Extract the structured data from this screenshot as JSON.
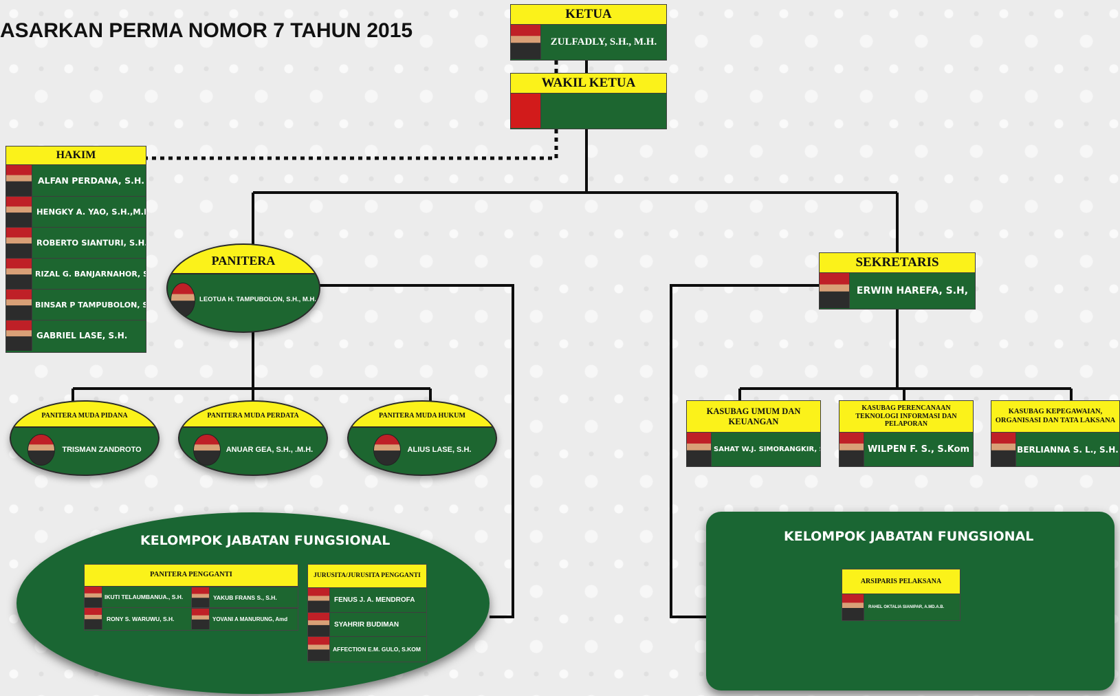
{
  "page_title": "ASARKAN PERMA NOMOR 7 TAHUN 2015",
  "ketua": {
    "title": "KETUA",
    "name": "ZULFADLY, S.H., M.H."
  },
  "wakil_ketua": {
    "title": "WAKIL KETUA",
    "name": ""
  },
  "hakim": {
    "title": "HAKIM",
    "members": [
      "ALFAN PERDANA, S.H.",
      "HENGKY A. YAO, S.H.,M.H",
      "ROBERTO SIANTURI, S.H.",
      "RIZAL G. BANJARNAHOR, S.H.",
      "BINSAR P TAMPUBOLON, S.H.",
      "GABRIEL LASE, S.H."
    ]
  },
  "panitera": {
    "title": "PANITERA",
    "name": "LEOTUA H. TAMPUBOLON, S.H., M.H."
  },
  "sekretaris": {
    "title": "SEKRETARIS",
    "name": "ERWIN HAREFA, S.H,"
  },
  "panitera_muda": [
    {
      "title": "PANITERA MUDA PIDANA",
      "name": "TRISMAN ZANDROTO"
    },
    {
      "title": "PANITERA MUDA PERDATA",
      "name": "ANUAR GEA, S.H., .M.H."
    },
    {
      "title": "PANITERA MUDA HUKUM",
      "name": "ALIUS LASE, S.H."
    }
  ],
  "kasubag": [
    {
      "title": "KASUBAG UMUM DAN KEUANGAN",
      "name": "SAHAT W.J. SIMORANGKIR, S.E."
    },
    {
      "title": "KASUBAG PERENCANAAN TEKNOLOGI INFORMASI DAN PELAPORAN",
      "name": "WILPEN F. S., S.Kom"
    },
    {
      "title": "KASUBAG KEPEGAWAIAN, ORGANISASI DAN TATA LAKSANA",
      "name": "BERLIANNA S. L., S.H."
    }
  ],
  "fungsional_left": {
    "title": "KELOMPOK JABATAN FUNGSIONAL",
    "panitera_pengganti": {
      "title": "PANITERA PENGGANTI",
      "members": [
        "IKUTI TELAUMBANUA., S.H.",
        "YAKUB FRANS S., S.H.",
        "RONY S. WARUWU, S.H.",
        "YOVANI A MANURUNG, Amd"
      ]
    },
    "jurusita": {
      "title": "JURUSITA/JURUSITA PENGGANTI",
      "members": [
        "FENUS J. A. MENDROFA",
        "SYAHRIR BUDIMAN",
        "AFFECTION E.M. GULO, S.KOM"
      ]
    }
  },
  "fungsional_right": {
    "title": "KELOMPOK JABATAN FUNGSIONAL",
    "arsiparis": {
      "title": "ARSIPARIS PELAKSANA",
      "member": "RAHEL OKTALIA SIANIPAR, A.MD.A.B."
    }
  },
  "colors": {
    "green": "#1d6630",
    "yellow": "#fbf21a",
    "red": "#d21b1b"
  }
}
